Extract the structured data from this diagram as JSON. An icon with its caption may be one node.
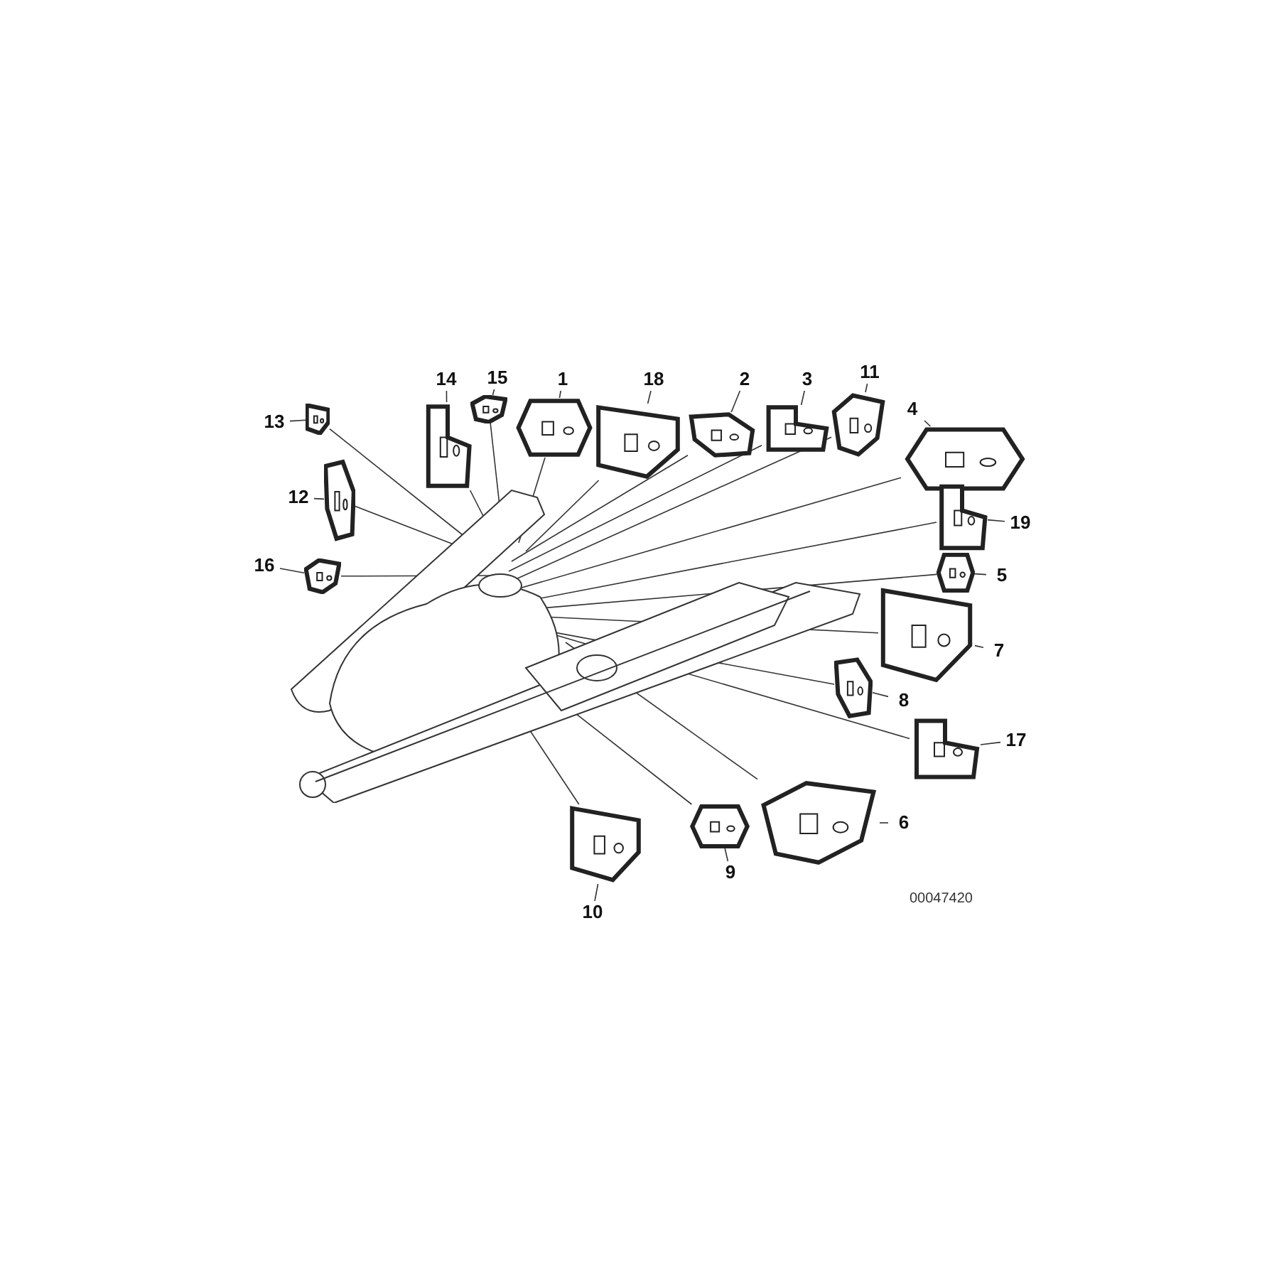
{
  "diagram": {
    "nodes": [
      {
        "text": [],
        "shape": "picture"
      },
      {
        "text": [
          "14"
        ]
      },
      {
        "text": [],
        "shape": "picture"
      },
      {
        "text": [
          "15"
        ]
      },
      {
        "text": [],
        "shape": "picture"
      },
      {
        "text": [
          "1"
        ]
      },
      {
        "text": [],
        "shape": "picture"
      },
      {
        "text": [
          "18"
        ]
      },
      {
        "text": [],
        "shape": "picture"
      },
      {
        "text": [
          "2"
        ]
      },
      {
        "text": [],
        "shape": "picture"
      },
      {
        "text": [
          "3"
        ]
      },
      {
        "text": [],
        "shape": "picture"
      },
      {
        "text": [
          "11"
        ]
      },
      {
        "text": [],
        "shape": "picture"
      },
      {
        "text": [
          "4"
        ]
      },
      {
        "text": [],
        "shape": "picture"
      },
      {
        "text": [
          "13"
        ]
      },
      {
        "text": [],
        "shape": "picture"
      },
      {
        "text": [
          "12"
        ]
      },
      {
        "text": [],
        "shape": "picture"
      },
      {
        "text": [
          "19"
        ]
      },
      {
        "text": [],
        "shape": "picture"
      },
      {
        "text": [
          "16"
        ]
      },
      {
        "text": [],
        "shape": "picture"
      },
      {
        "text": [
          "5"
        ]
      },
      {
        "text": [],
        "shape": "picture"
      },
      {
        "text": [
          "7"
        ]
      },
      {
        "text": [],
        "shape": "picture"
      },
      {
        "text": [
          "8"
        ]
      },
      {
        "text": [],
        "shape": "picture"
      },
      {
        "text": [
          "17"
        ]
      },
      {
        "text": [],
        "shape": "picture"
      },
      {
        "text": [
          "6"
        ]
      },
      {
        "text": [],
        "shape": "picture"
      },
      {
        "text": [
          "9"
        ]
      },
      {
        "text": [],
        "shape": "picture"
      },
      {
        "text": [
          "10"
        ]
      },
      {
        "text": [],
        "shape": "picture"
      }
    ],
    "edges": [
      {
        "from": 1,
        "to": 2,
        "arrow": "none"
      },
      {
        "from": 2,
        "to": 0,
        "arrow": "none"
      },
      {
        "from": 3,
        "to": 4,
        "arrow": "none"
      },
      {
        "from": 4,
        "to": 0,
        "arrow": "none"
      },
      {
        "from": 5,
        "to": 6,
        "arrow": "none"
      },
      {
        "from": 6,
        "to": 0,
        "arrow": "none"
      },
      {
        "from": 7,
        "to": 8,
        "arrow": "none"
      },
      {
        "from": 8,
        "to": 0,
        "arrow": "none"
      },
      {
        "from": 9,
        "to": 10,
        "arrow": "none"
      },
      {
        "from": 10,
        "to": 0,
        "arrow": "none"
      },
      {
        "from": 11,
        "to": 12,
        "arrow": "none"
      },
      {
        "from": 12,
        "to": 0,
        "arrow": "none"
      },
      {
        "from": 13,
        "to": 14,
        "arrow": "none"
      },
      {
        "from": 14,
        "to": 0,
        "arrow": "none"
      },
      {
        "from": 15,
        "to": 16,
        "arrow": "none"
      },
      {
        "from": 16,
        "to": 0,
        "arrow": "none"
      },
      {
        "from": 17,
        "to": 18,
        "arrow": "none"
      },
      {
        "from": 18,
        "to": 0,
        "arrow": "none"
      },
      {
        "from": 19,
        "to": 20,
        "arrow": "none"
      },
      {
        "from": 20,
        "to": 0,
        "arrow": "none"
      },
      {
        "from": 21,
        "to": 22,
        "arrow": "none"
      },
      {
        "from": 22,
        "to": 0,
        "arrow": "none"
      },
      {
        "from": 23,
        "to": 24,
        "arrow": "none"
      },
      {
        "from": 24,
        "to": 0,
        "arrow": "none"
      },
      {
        "from": 25,
        "to": 26,
        "arrow": "none"
      },
      {
        "from": 26,
        "to": 0,
        "arrow": "none"
      },
      {
        "from": 27,
        "to": 28,
        "arrow": "none"
      },
      {
        "from": 28,
        "to": 0,
        "arrow": "none"
      },
      {
        "from": 29,
        "to": 30,
        "arrow": "none"
      },
      {
        "from": 30,
        "to": 0,
        "arrow": "none"
      },
      {
        "from": 31,
        "to": 32,
        "arrow": "none"
      },
      {
        "from": 32,
        "to": 0,
        "arrow": "none"
      },
      {
        "from": 33,
        "to": 34,
        "arrow": "none"
      },
      {
        "from": 34,
        "to": 0,
        "arrow": "none"
      },
      {
        "from": 35,
        "to": 36,
        "arrow": "none"
      },
      {
        "from": 36,
        "to": 0,
        "arrow": "none"
      },
      {
        "from": 37,
        "to": 38,
        "arrow": "none"
      },
      {
        "from": 38,
        "to": 0,
        "arrow": "none"
      }
    ],
    "labels": [
      "00047420"
    ]
  }
}
